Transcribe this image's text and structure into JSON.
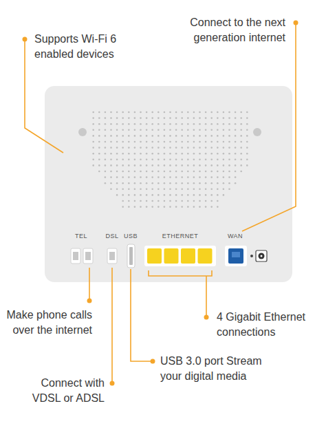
{
  "diagram": {
    "nodes": [
      {
        "text": [
          "TEL",
          "DSL",
          "USB",
          "ETHERNET",
          "WAN"
        ]
      }
    ],
    "labels": [
      "Supports Wi-Fi 6 enabled devices",
      "Connect to the next generation internet",
      "Make phone calls over the internet",
      "Connect with VDSL or ADSL",
      "USB 3.0 port Stream your digital media",
      "4 Gigabit Ethernet connections"
    ]
  }
}
